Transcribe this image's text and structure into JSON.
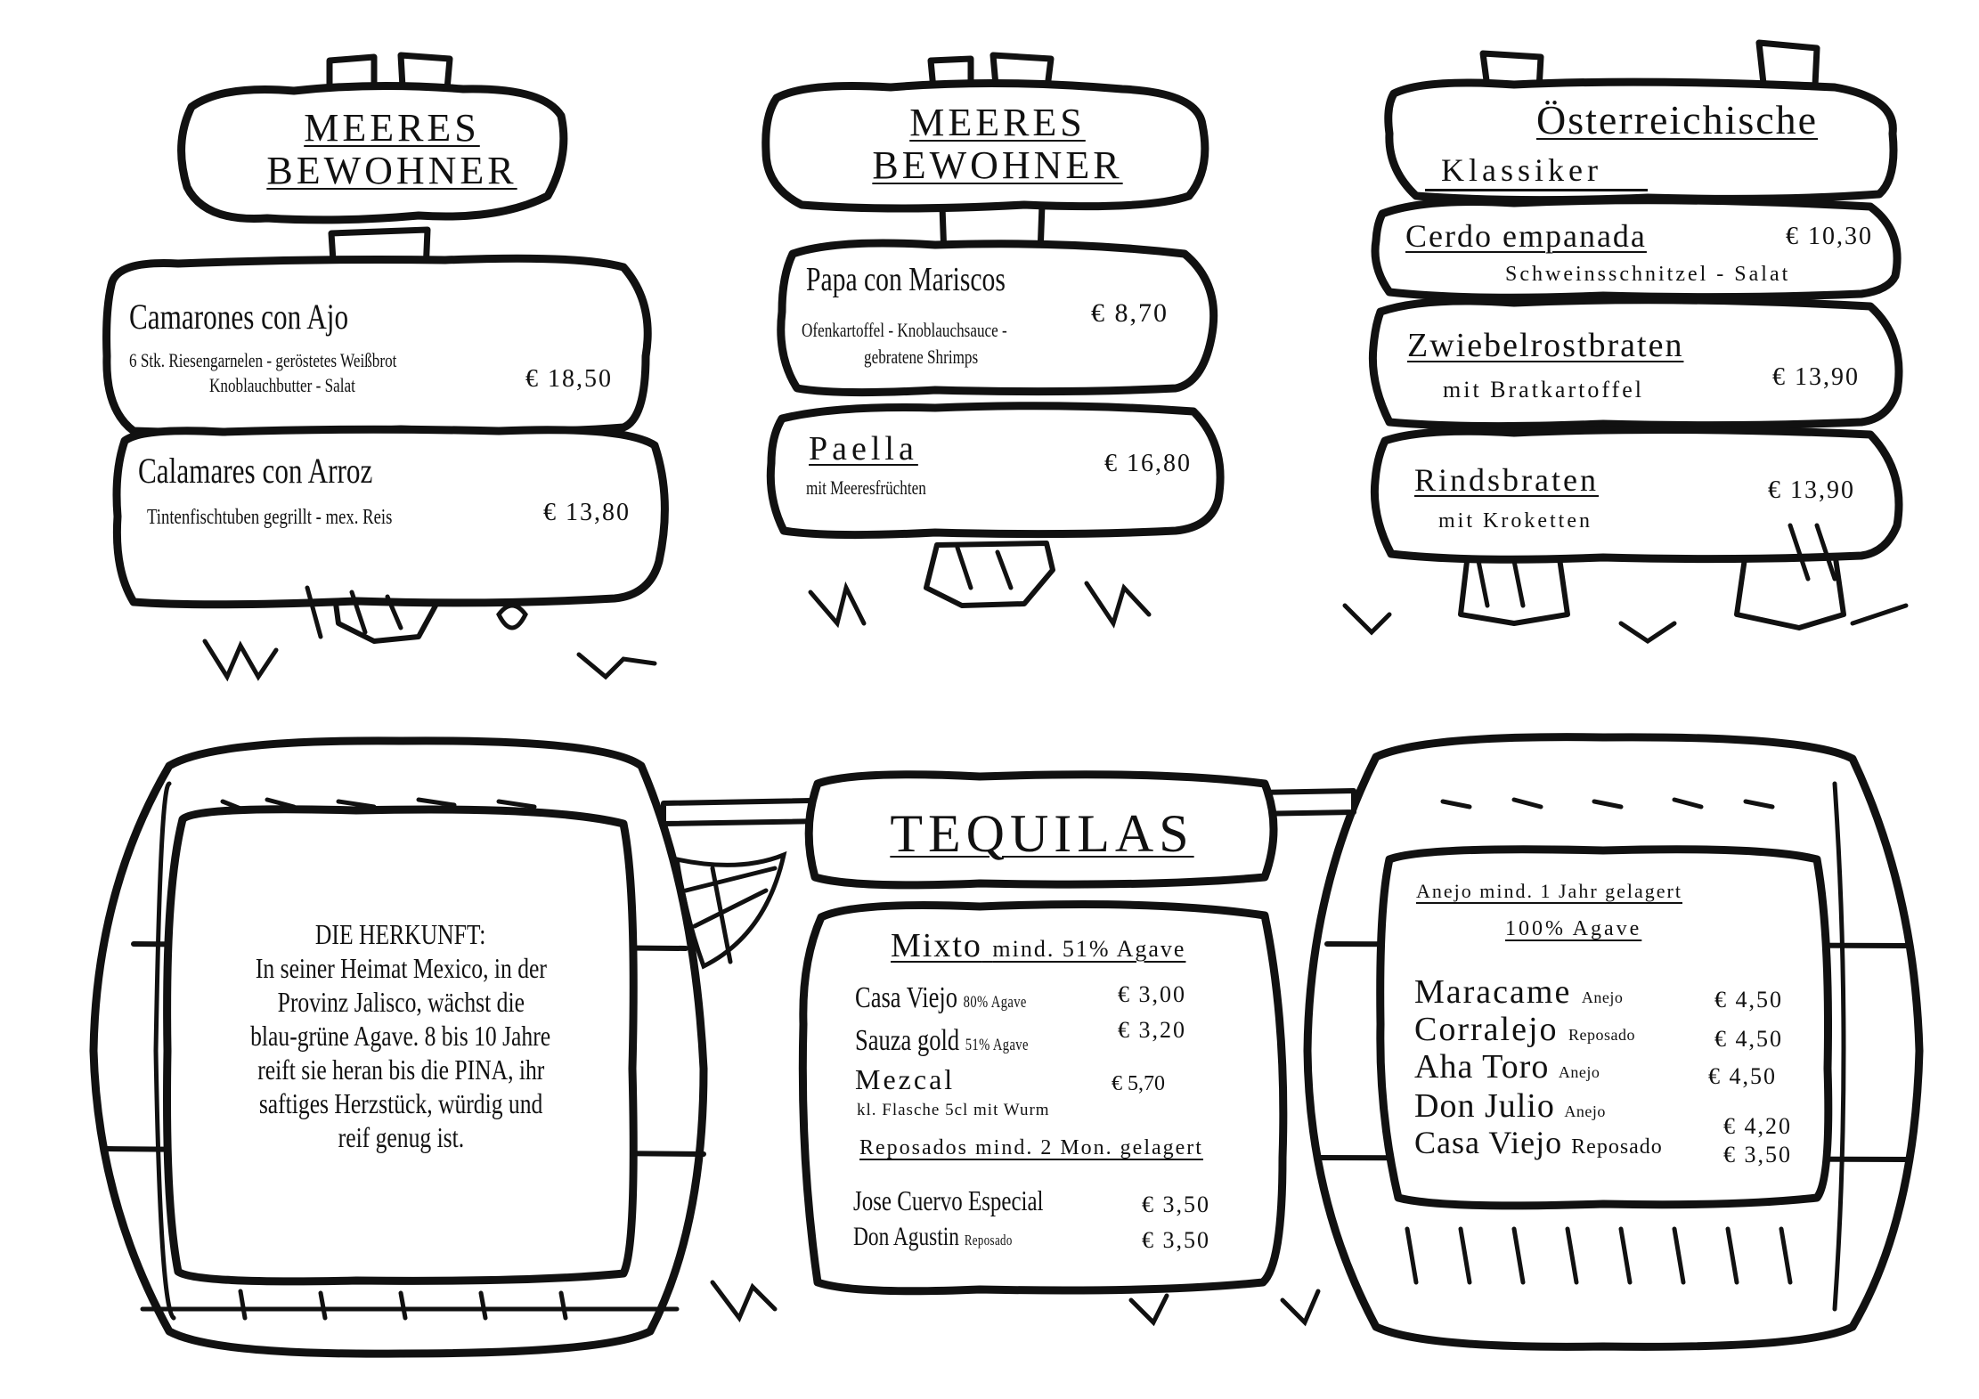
{
  "sign1": {
    "heading_line1": "MEERES",
    "heading_line2": "BEWOHNER",
    "items": [
      {
        "name": "Camarones con Ajo",
        "desc_line1": "6 Stk. Riesengarnelen - geröstetes Weißbrot",
        "desc_line2": "Knoblauchbutter - Salat",
        "price": "€ 18,50"
      },
      {
        "name": "Calamares con Arroz",
        "desc_line1": "Tintenfischtuben gegrillt - mex. Reis",
        "price": "€ 13,80"
      }
    ]
  },
  "sign2": {
    "heading_line1": "MEERES",
    "heading_line2": "BEWOHNER",
    "items": [
      {
        "name": "Papa con Mariscos",
        "desc_line1": "Ofenkartoffel - Knoblauchsauce -",
        "desc_line2": "gebratene Shrimps",
        "price": "€ 8,70"
      },
      {
        "name": "Paella",
        "desc_line1": "mit Meeresfrüchten",
        "price": "€ 16,80"
      }
    ]
  },
  "sign3": {
    "heading_line1": "Österreichische",
    "heading_line2": "Klassiker",
    "items": [
      {
        "name": "Cerdo empanada",
        "desc_line1": "Schweinsschnitzel - Salat",
        "price": "€ 10,30"
      },
      {
        "name": "Zwiebelrostbraten",
        "desc_line1": "mit Bratkartoffel",
        "price": "€ 13,90"
      },
      {
        "name": "Rindsbraten",
        "desc_line1": "mit Kroketten",
        "price": "€ 13,90"
      }
    ]
  },
  "origin": {
    "lines": [
      "DIE HERKUNFT:",
      "In seiner Heimat Mexico, in der",
      "Provinz Jalisco, wächst die",
      "blau-grüne Agave. 8 bis 10 Jahre",
      "reift sie heran bis die PINA, ihr",
      "saftiges Herzstück, würdig und",
      "reif genug ist."
    ]
  },
  "tequilas": {
    "title": "TEQUILAS",
    "mixto_title": "Mixto",
    "mixto_sub": "mind. 51% Agave",
    "mixto_items": [
      {
        "name": "Casa Viejo",
        "note": "80% Agave",
        "price": "€ 3,00"
      },
      {
        "name": "Sauza gold",
        "note": "51% Agave",
        "price": "€ 3,20"
      },
      {
        "name": "Mezcal",
        "note": "",
        "price": "€ 5,70"
      }
    ],
    "mezcal_note": "kl. Flasche 5cl mit Wurm",
    "reposados_heading": "Reposados mind. 2 Mon. gelagert",
    "reposados_items": [
      {
        "name": "Jose Cuervo Especial",
        "note": "",
        "price": "€ 3,50"
      },
      {
        "name": "Don Agustin",
        "note": "Reposado",
        "price": "€ 3,50"
      }
    ]
  },
  "anejo": {
    "heading": "Anejo mind. 1 Jahr gelagert",
    "subheading": "100% Agave",
    "items": [
      {
        "name": "Maracame",
        "note": "Anejo",
        "price": "€ 4,50"
      },
      {
        "name": "Corralejo",
        "note": "Reposado",
        "price": "€ 4,50"
      },
      {
        "name": "Aha Toro",
        "note": "Anejo",
        "price": "€ 4,50"
      },
      {
        "name": "Don Julio",
        "note": "Anejo",
        "price": "€ 4,20"
      },
      {
        "name": "Casa Viejo",
        "note": "Reposado",
        "price": "€ 3,50"
      }
    ]
  }
}
